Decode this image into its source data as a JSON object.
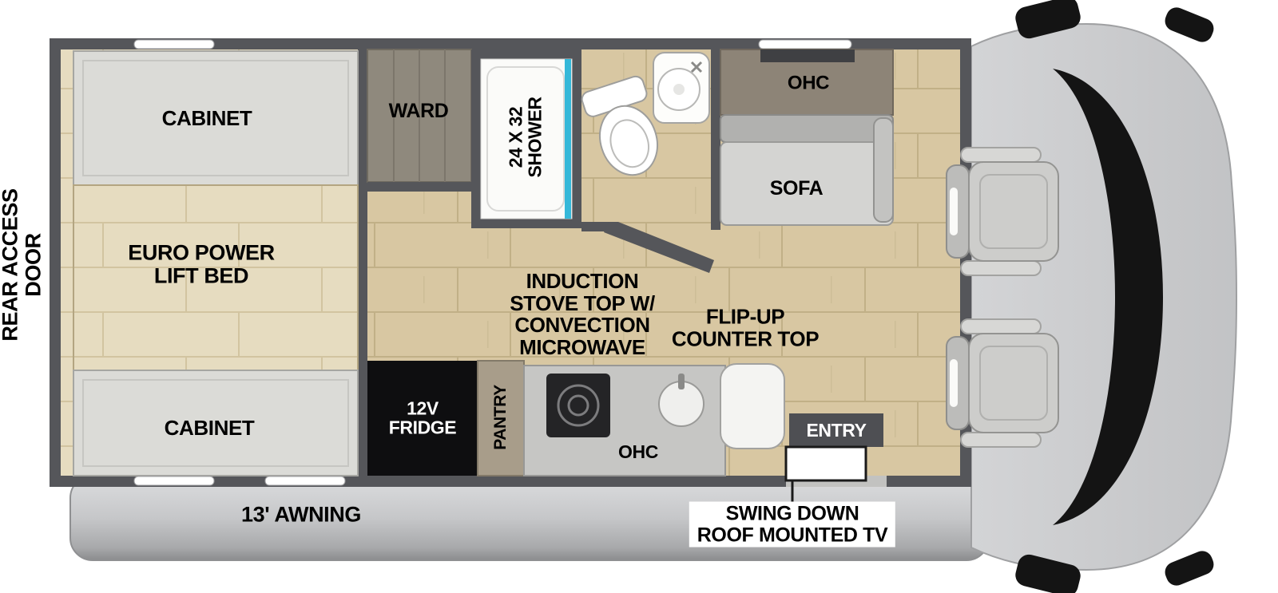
{
  "floorplan": {
    "rear_door": "REAR ACCESS\nDOOR",
    "bedroom": {
      "cabinet_top": "CABINET",
      "bed": "EURO POWER\nLIFT BED",
      "cabinet_bottom": "CABINET"
    },
    "bath": {
      "ward": "WARD",
      "shower": "24 X 32\nSHOWER"
    },
    "living": {
      "ohc": "OHC",
      "sofa": "SOFA"
    },
    "kitchen": {
      "stove_label": "INDUCTION\nSTOVE TOP W/\nCONVECTION\nMICROWAVE",
      "flip_counter": "FLIP-UP\nCOUNTER TOP",
      "fridge": "12V\nFRIDGE",
      "pantry": "PANTRY",
      "ohc": "OHC"
    },
    "entry": "ENTRY",
    "exterior": {
      "awning": "13' AWNING",
      "tv": "SWING DOWN\nROOF MOUNTED TV"
    }
  },
  "colors": {
    "wall": "#55565a",
    "floor_wood": "#d8c7a2",
    "bedroom_wood": "#e6dcc0",
    "cabinet_gray": "#dbdbd7",
    "ward_wood": "#8f897d",
    "ohc_wood": "#8d8477",
    "body_gray": "#cbccce",
    "fridge_black": "#0e0e10",
    "shower_glass_blue": "#35b8d9",
    "windshield_black": "#141414",
    "label_text": "#000000",
    "inverse_text": "#ffffff"
  }
}
